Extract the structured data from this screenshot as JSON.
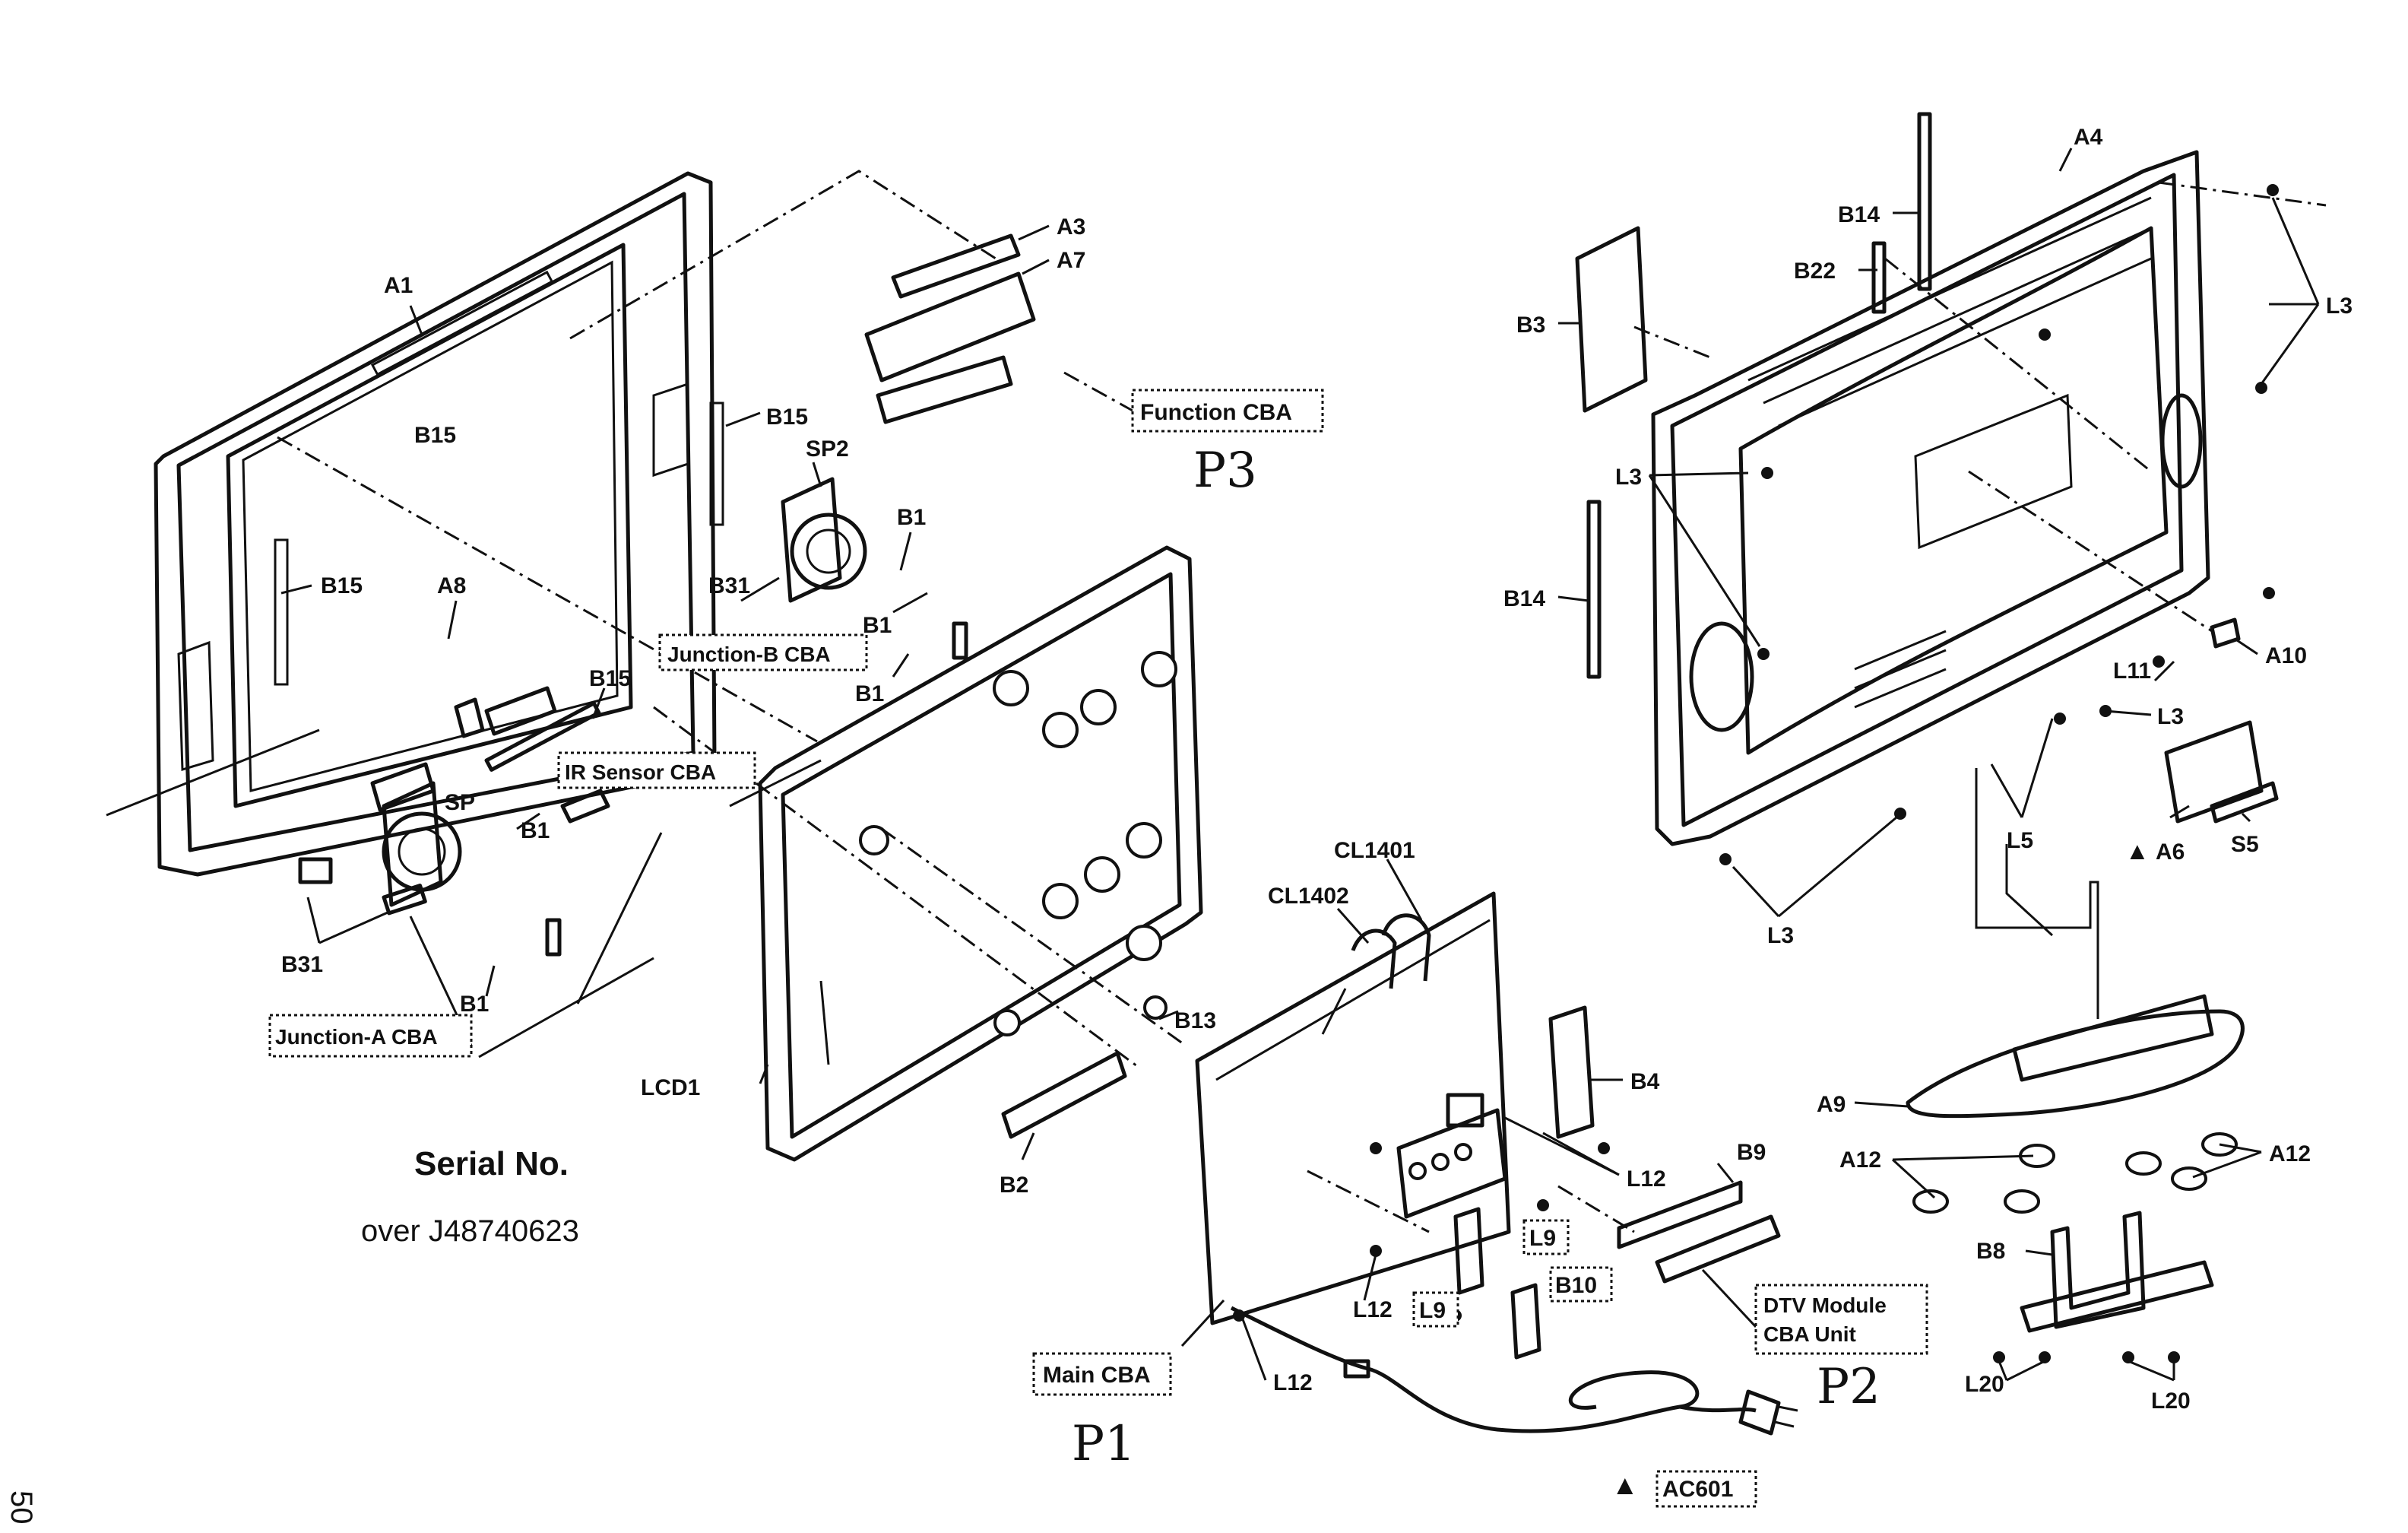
{
  "page_number_fragment": "50",
  "serial": {
    "title": "Serial No.",
    "value": "over J48740623"
  },
  "handwritten": {
    "p1": "P1",
    "p2": "P2",
    "p3": "P3"
  },
  "warning_symbol": "▲",
  "boxed_labels": {
    "function_cba": "Function CBA",
    "junction_b_cba": "Junction-B CBA",
    "ir_sensor_cba": "IR Sensor CBA",
    "junction_a_cba": "Junction-A CBA",
    "main_cba": "Main CBA",
    "dtv_module_line1": "DTV Module",
    "dtv_module_line2": "CBA Unit",
    "l9_a": "L9",
    "l9_b": "L9",
    "b10": "B10",
    "ac601": "AC601"
  },
  "part_labels": {
    "a1": "A1",
    "a3": "A3",
    "a7": "A7",
    "a8": "A8",
    "b15_top": "B15",
    "b15_right": "B15",
    "b15_left": "B15",
    "b15_mid": "B15",
    "sp2": "SP2",
    "sp": "SP",
    "b31_upper": "B31",
    "b31_lower": "B31",
    "b1_top": "B1",
    "b1_mid": "B1",
    "b1_low": "B1",
    "b1_left": "B1",
    "b1_bottom": "B1",
    "lcd1": "LCD1",
    "b13": "B13",
    "b2": "B2",
    "cl1401": "CL1401",
    "cl1402": "CL1402",
    "b4": "B4",
    "l12_a": "L12",
    "l12_b": "L12",
    "l12_c": "L12",
    "b9": "B9",
    "b14_top": "B14",
    "b14_left": "B14",
    "b22": "B22",
    "b3": "B3",
    "a4": "A4",
    "l3_right": "L3",
    "l3_left": "L3",
    "l3_mid": "L3",
    "l3_bottom": "L3",
    "a10": "A10",
    "l11": "L11",
    "l5": "L5",
    "a6": "A6",
    "s5": "S5",
    "a9": "A9",
    "a12_left": "A12",
    "a12_right": "A12",
    "b8": "B8",
    "l20_left": "L20",
    "l20_right": "L20"
  }
}
